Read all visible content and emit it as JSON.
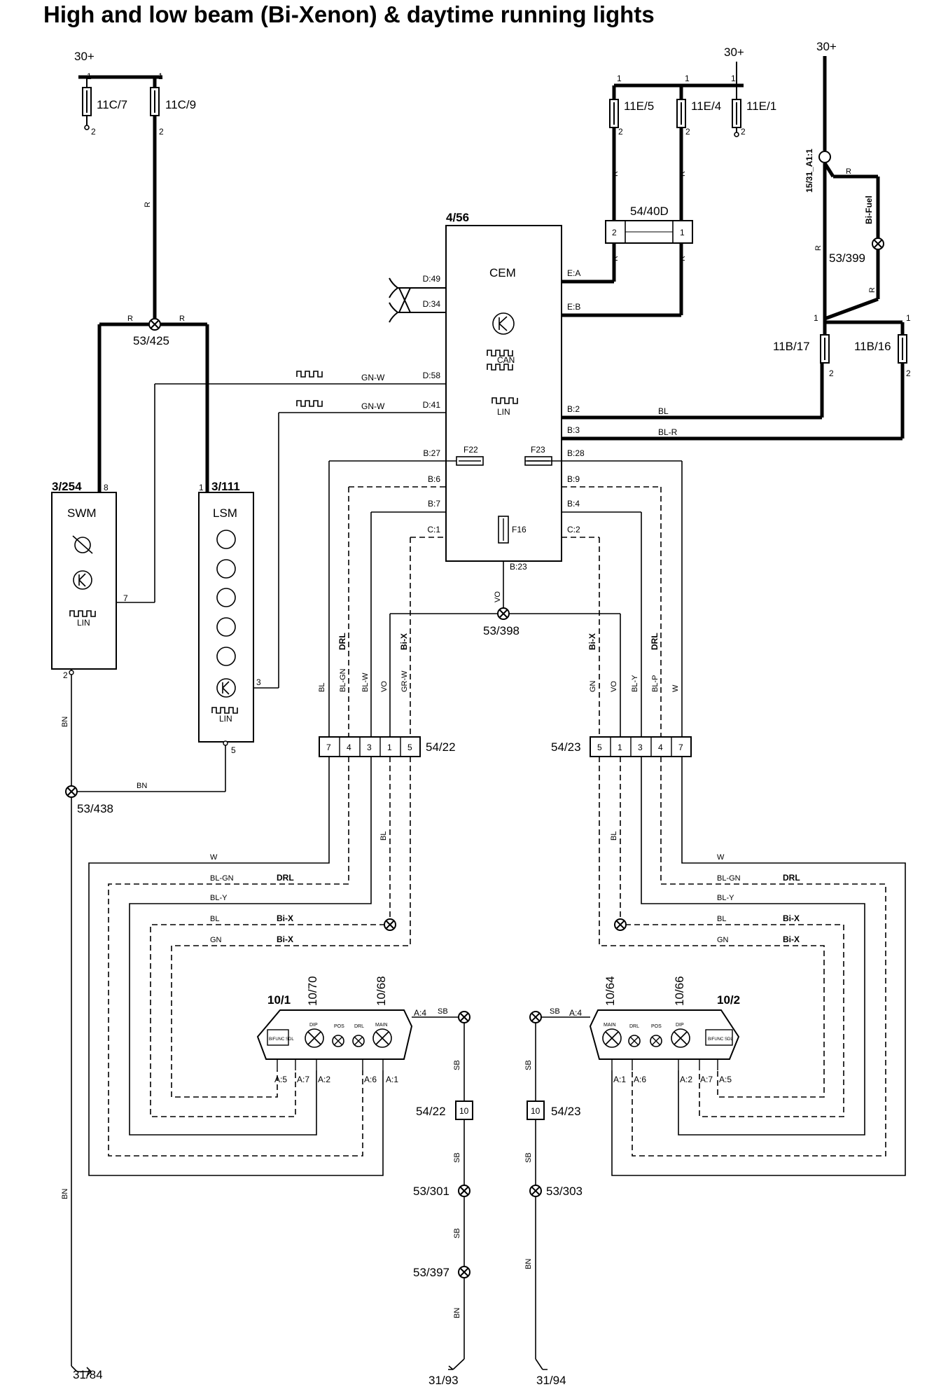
{
  "title": "High and low beam (Bi-Xenon) & daytime running lights",
  "supply": {
    "left": "30+",
    "mid": "30+",
    "right": "30+"
  },
  "fuses": {
    "f11c7": "11C/7",
    "f11c9": "11C/9",
    "f11e5": "11E/5",
    "f11e4": "11E/4",
    "f11e1": "11E/1",
    "f11b17": "11B/17",
    "f11b16": "11B/16",
    "f22": "F22",
    "f23": "F23",
    "f16": "F16"
  },
  "connectors": {
    "c5440d": "54/40D",
    "c5422": "54/22",
    "c5423": "54/23",
    "c5422b": "54/22",
    "c5423b": "54/23"
  },
  "splices": {
    "s53425": "53/425",
    "s53438": "53/438",
    "s53398": "53/398",
    "s53399": "53/399",
    "s53301": "53/301",
    "s53303": "53/303",
    "s53397": "53/397"
  },
  "grounds": {
    "g3184": "31/84",
    "g3193": "31/93",
    "g3194": "31/94"
  },
  "components": {
    "cem_id": "4/56",
    "cem_name": "CEM",
    "swm_id": "3/254",
    "swm_name": "SWM",
    "lsm_id": "3/111",
    "lsm_name": "LSM",
    "lamp_left_id": "10/1",
    "lamp_right_id": "10/2",
    "bulb_10_70": "10/70",
    "bulb_10_68": "10/68",
    "bulb_10_64": "10/64",
    "bulb_10_66": "10/66",
    "bifuel": "Bi-Fuel",
    "ignition": "15/31_A1:1",
    "can": "CAN",
    "lin": "LIN",
    "bifunc_left": "BIFUNC SDL",
    "bifunc_right": "BIFUNC SDL",
    "dip": "DIP",
    "pos": "POS",
    "drl": "DRL",
    "main": "MAIN"
  },
  "cem_pins": {
    "d49": "D:49",
    "d34": "D:34",
    "d58": "D:58",
    "d41": "D:41",
    "b27": "B:27",
    "b6": "B:6",
    "b7": "B:7",
    "c1": "C:1",
    "ea": "E:A",
    "eb": "E:B",
    "b2": "B:2",
    "b3": "B:3",
    "b28": "B:28",
    "b9": "B:9",
    "b4": "B:4",
    "c2": "C:2",
    "b23": "B:23"
  },
  "lamp_pins": {
    "a4": "A:4",
    "a5": "A:5",
    "a7": "A:7",
    "a2": "A:2",
    "a6": "A:6",
    "a1": "A:1"
  },
  "conn_pins_left": [
    "7",
    "4",
    "3",
    "1",
    "5"
  ],
  "conn_pins_right": [
    "5",
    "1",
    "3",
    "4",
    "7"
  ],
  "wires": {
    "r": "R",
    "gnw": "GN-W",
    "bl": "BL",
    "blr": "BL-R",
    "bn": "BN",
    "vo": "VO",
    "sb": "SB",
    "blgn": "BL-GN",
    "blw": "BL-W",
    "grw": "GR-W",
    "gn": "GN",
    "bly": "BL-Y",
    "blp": "BL-P",
    "w": "W"
  },
  "functions": {
    "drl": "DRL",
    "bix": "Bi-X"
  },
  "pins": {
    "p1": "1",
    "p2": "2",
    "p3": "3",
    "p5": "5",
    "p7": "7",
    "p8": "8",
    "p10": "10"
  }
}
